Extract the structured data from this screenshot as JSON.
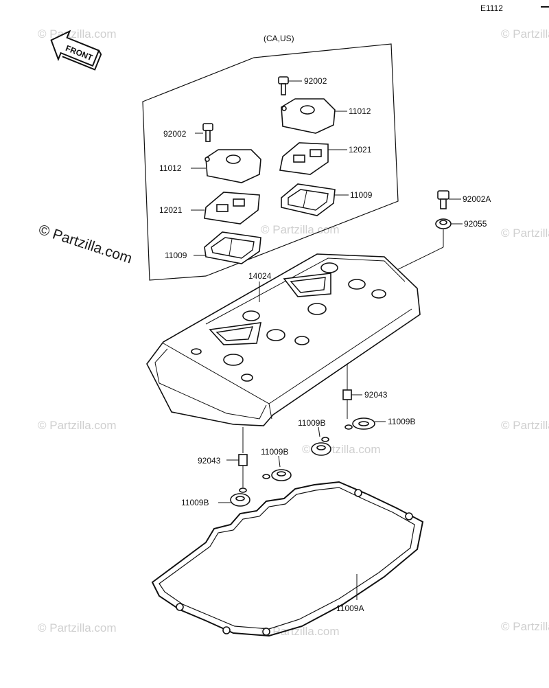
{
  "drawing_code": "E1112",
  "front_label": "FRONT",
  "region_label": "(CA,US)",
  "watermark": "© Partzilla.com",
  "part_labels": {
    "bolt_top_right": "92002",
    "cover_top_right": "11012",
    "bolt_left": "92002",
    "gasket_plate_right": "12021",
    "cover_left": "11012",
    "seal_right": "11009",
    "gasket_plate_left": "12021",
    "seal_left": "11009",
    "bolt_outer": "92002A",
    "washer_outer": "92055",
    "head_cover": "14024",
    "collar_right": "92043",
    "oring_right_b": "11009B",
    "oring_mid_b": "11009B",
    "oring_center_b": "11009B",
    "collar_left": "92043",
    "oring_left_b": "11009B",
    "cover_gasket": "11009A"
  }
}
